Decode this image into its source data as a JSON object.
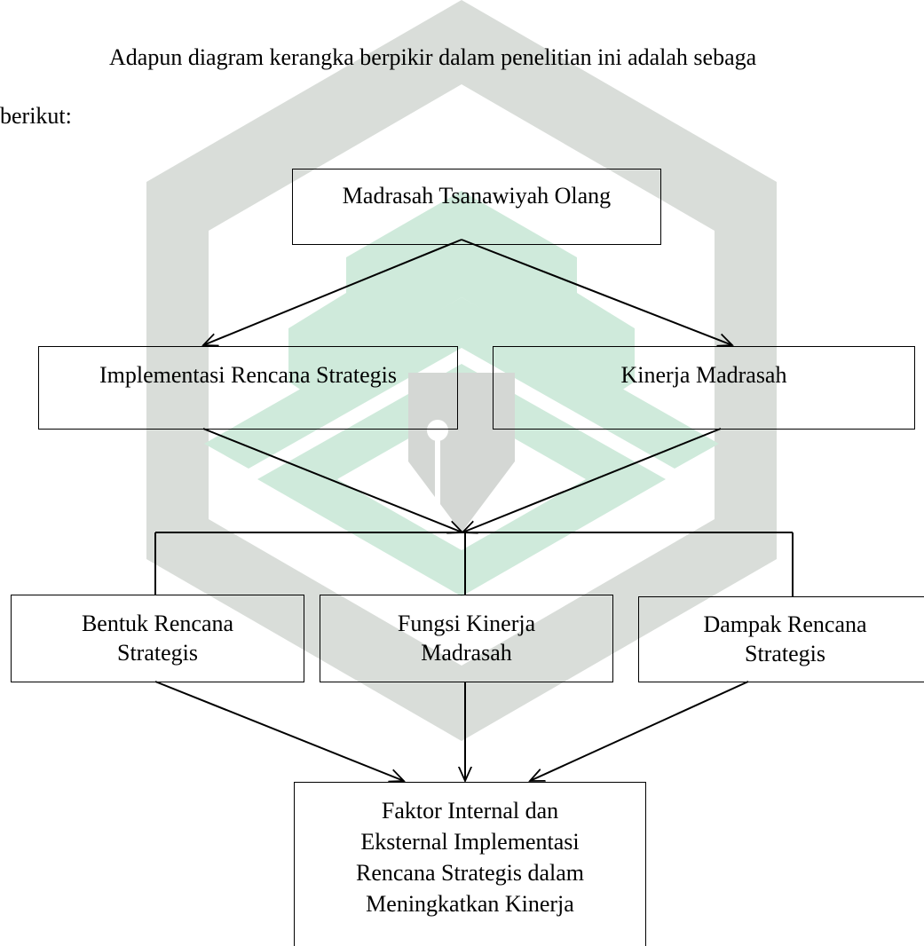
{
  "paragraph": {
    "line1": "Adapun diagram kerangka berpikir dalam penelitian ini adalah sebaga",
    "line2": "berikut:"
  },
  "nodes": {
    "root": "Madrasah Tsanawiyah Olang",
    "implementasi": "Implementasi Rencana Strategis",
    "kinerja": "Kinerja Madrasah",
    "bentuk": "Bentuk Rencana\nStrategis",
    "fungsi": "Fungsi Kinerja\nMadrasah",
    "dampak": "Dampak Rencana\nStrategis",
    "faktor": "Faktor Internal dan\nEksternal Implementasi\nRencana Strategis dalam\nMeningkatkan Kinerja"
  },
  "colors": {
    "watermark_gray": "#d9ddd9",
    "watermark_green": "#cfeadb",
    "line": "#000000"
  }
}
